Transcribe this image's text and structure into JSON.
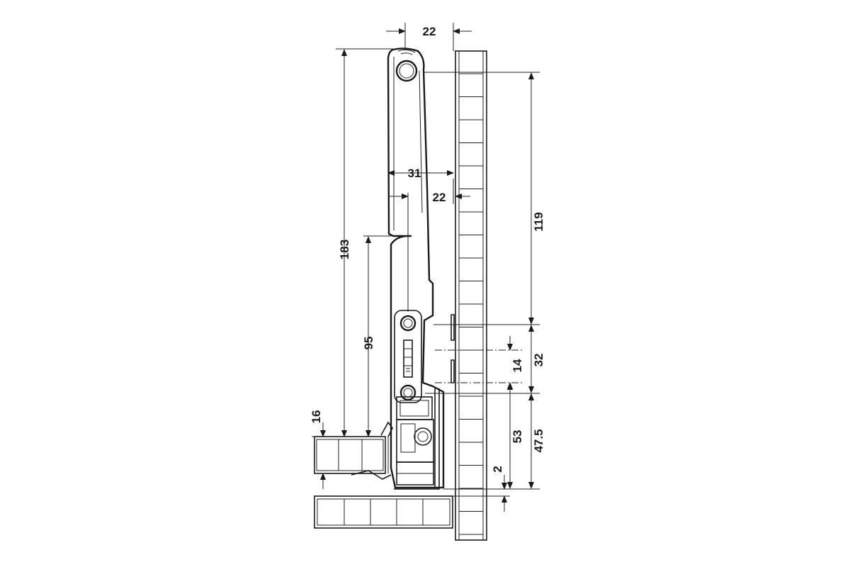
{
  "diagram": {
    "colors": {
      "line": "#1a1a1a",
      "background": "#ffffff"
    },
    "dimensions": {
      "top_width": "22",
      "inner_width": "31",
      "side_offset": "22",
      "total_height": "183",
      "upper_height": "119",
      "mount_height": "95",
      "panel_thickness": "16",
      "hole_spacing": "32",
      "slot_offset": "14",
      "lower_height_a": "53",
      "lower_height_b": "47.5",
      "bottom_gap": "2"
    }
  }
}
